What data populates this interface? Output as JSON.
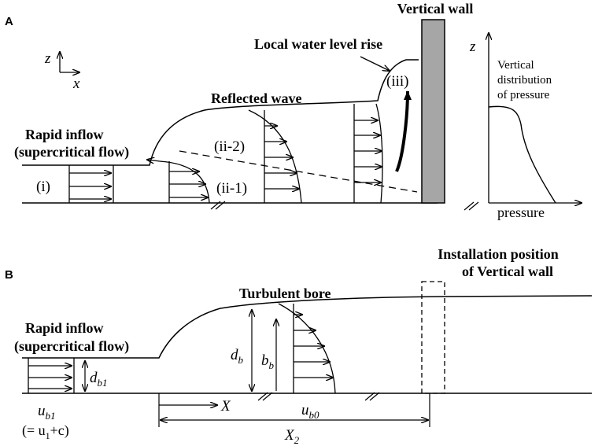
{
  "panel_a": {
    "label": "A",
    "axis_z": "z",
    "axis_x": "x",
    "vertical_wall": "Vertical wall",
    "local_rise": "Local water level rise",
    "reflected_wave": "Reflected wave",
    "rapid_inflow_1": "Rapid inflow",
    "rapid_inflow_2": "(supercritical flow)",
    "region_i": "(i)",
    "region_ii1": "(ii-1)",
    "region_ii2": "(ii-2)",
    "region_iii": "(iii)",
    "pressure_z": "z",
    "pressure_desc_1": "Vertical",
    "pressure_desc_2": "distribution",
    "pressure_desc_3": "of pressure",
    "pressure_axis": "pressure"
  },
  "panel_b": {
    "label": "B",
    "install_1": "Installation position",
    "install_2": "of Vertical wall",
    "turbulent_bore": "Turbulent bore",
    "rapid_inflow_1": "Rapid inflow",
    "rapid_inflow_2": "(supercritical flow)",
    "d_b": "d",
    "d_b_sub": "b",
    "b_b": "b",
    "b_b_sub": "b",
    "d_b1": "d",
    "d_b1_sub": "b1",
    "u_b1": "u",
    "u_b1_sub": "b1",
    "u_b1_eq_open": "(= u",
    "u_b1_eq_sub": "1",
    "u_b1_eq_close": "+c)",
    "u_b0": "u",
    "u_b0_sub": "b0",
    "x_label": "X",
    "x2_label": "X",
    "x2_sub": "2"
  }
}
